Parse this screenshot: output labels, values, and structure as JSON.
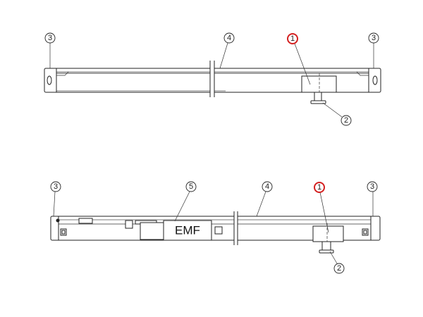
{
  "diagrams": [
    {
      "name": "top-view",
      "callouts": [
        {
          "label": "3",
          "highlighted": false
        },
        {
          "label": "4",
          "highlighted": false
        },
        {
          "label": "1",
          "highlighted": true
        },
        {
          "label": "3",
          "highlighted": false
        },
        {
          "label": "2",
          "highlighted": false
        }
      ]
    },
    {
      "name": "bottom-view",
      "module_label": "EMF",
      "callouts": [
        {
          "label": "3",
          "highlighted": false
        },
        {
          "label": "5",
          "highlighted": false
        },
        {
          "label": "4",
          "highlighted": false
        },
        {
          "label": "1",
          "highlighted": true
        },
        {
          "label": "3",
          "highlighted": false
        },
        {
          "label": "2",
          "highlighted": false
        }
      ]
    }
  ],
  "colors": {
    "highlight": "#d42020",
    "line": "#222222"
  }
}
